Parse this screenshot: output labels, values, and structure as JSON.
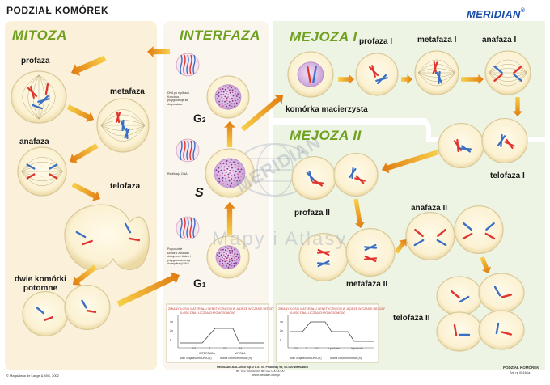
{
  "header": {
    "title": "PODZIAŁ KOMÓREK",
    "brand": "MERIDIAN",
    "brand_mark": "®"
  },
  "sections": {
    "mitoza": "MITOZA",
    "interfaza": "INTERFAZA",
    "mejoza1": "MEJOZA I",
    "mejoza2": "MEJOZA II"
  },
  "mitosis_labels": {
    "profaza": "profaza",
    "metafaza": "metafaza",
    "anafaza": "anafaza",
    "telofaza": "telofaza",
    "daughters_line1": "dwie komórki",
    "daughters_line2": "potomne"
  },
  "interphase_labels": {
    "g2": "G",
    "g2_sub": "2",
    "s": "S",
    "g1": "G",
    "g1_sub": "1",
    "note_g2": "DNA po replikacji. Komórka przygotowuje się do podziału.",
    "note_s": "Replikacja DNA.",
    "note_g1": "Po podziale komórki zdolność do syntezy białek i przygotowania się do replikacji DNA."
  },
  "meiosis1_labels": {
    "profaza": "profaza I",
    "metafaza": "metafaza I",
    "anafaza": "anafaza I",
    "telofaza": "telofaza I",
    "mother_cell": "komórka macierzysta"
  },
  "meiosis2_labels": {
    "profaza": "profaza II",
    "metafaza": "metafaza II",
    "anafaza": "anafaza II",
    "telofaza": "telofaza II"
  },
  "graph1": {
    "title_line1": "ZMIANY ILOŚCI MATERIAŁU GENETYCZNEGO W JĄDRZE W CZASIE MITOZY",
    "title_line2": "(ILOŚĆ DNA I LICZBA CHROMOSOMÓW)",
    "y_labels": [
      "4n",
      "2n",
      "n"
    ],
    "x_labels": [
      "G1",
      "S",
      "G2",
      "M"
    ],
    "x_bottom_left": "INTERFAZA",
    "x_bottom_right": "MITOZA",
    "legend_a": "ilość cząsteczek DNA (c)",
    "legend_b": "liczba chromosomów (n)"
  },
  "graph2": {
    "title_line1": "ZMIANY ILOŚCI MATERIAŁU GENETYCZNEGO W JĄDRZE W CZASIE MEJOZY",
    "title_line2": "(ILOŚĆ DNA I LICZBA CHROMOSOMÓW)",
    "y_labels": [
      "4n",
      "2n",
      "n"
    ],
    "x_labels": [
      "G1",
      "S",
      "G2",
      "I podział",
      "II podział"
    ],
    "legend_a": "ilość cząsteczek DNA (c)",
    "legend_b": "liczba chromosomów (n)"
  },
  "watermark": {
    "brand": "MERIDIAN",
    "text": "Mapy i Atlasy"
  },
  "footer": {
    "copyright": "© Magdalena de Lange & MiG, 2002",
    "company": "MERIDIAN-BALANCE Sp. z o.o., ul. Podkowy 99, 00-000 Warszawa",
    "contact": "tel. 022 000 00 00, fax 022 000 00 00",
    "web": "www.meridian.com.pl",
    "product_line1": "PODZIAŁ KOMÓREK",
    "product_line2": "Art. nr 05161a"
  },
  "colors": {
    "mitosis_bg": "#fbf0da",
    "meiosis_bg": "#eef4e3",
    "section_title": "#6fa020",
    "cell_fill": "#fdf6dc",
    "cell_stroke": "#d9c99a",
    "chrom_red": "#e0342e",
    "chrom_blue": "#3a6fc4",
    "arrow": "#e89a14",
    "brand": "#1c4fa6"
  }
}
